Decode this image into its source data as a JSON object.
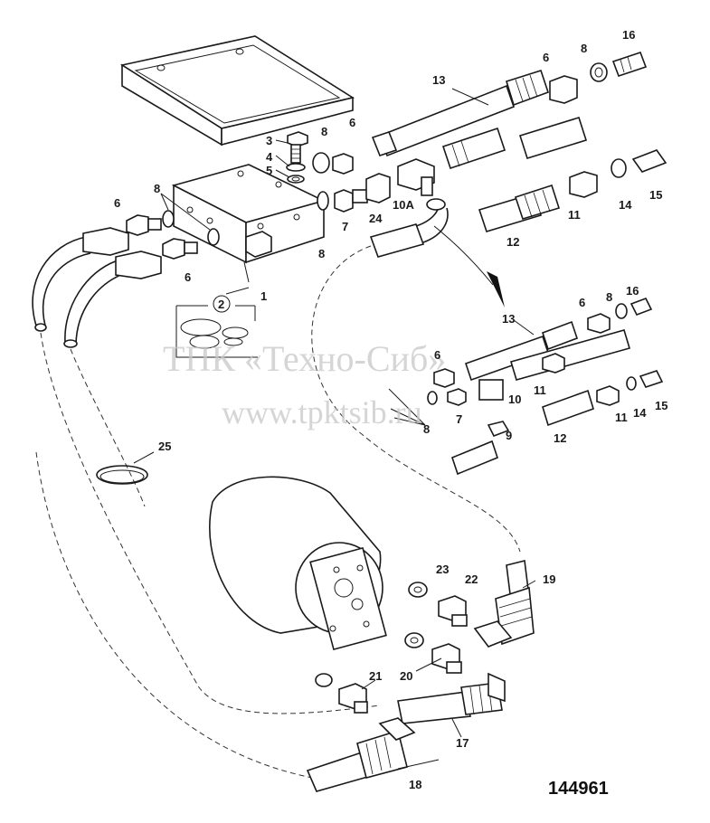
{
  "watermark": {
    "line1": "ТПК «Техно-Сиб»",
    "line2": "www.tpktsib.ru"
  },
  "figure_number": "144961",
  "callouts": {
    "c1": "1",
    "c2": "2",
    "c3": "3",
    "c4": "4",
    "c5": "5",
    "c6a": "6",
    "c6b": "6",
    "c6c": "6",
    "c6d": "6",
    "c6e": "6",
    "c6f": "6",
    "c7a": "7",
    "c7b": "7",
    "c8a": "8",
    "c8b": "8",
    "c8c": "8",
    "c8d": "8",
    "c8e": "8",
    "c8f": "8",
    "c9": "9",
    "c10": "10",
    "c10a": "10A",
    "c11a": "11",
    "c11b": "11",
    "c11c": "11",
    "c12a": "12",
    "c12b": "12",
    "c13a": "13",
    "c13b": "13",
    "c14a": "14",
    "c14b": "14",
    "c15a": "15",
    "c15b": "15",
    "c16a": "16",
    "c16b": "16",
    "c17": "17",
    "c18": "18",
    "c19": "19",
    "c20": "20",
    "c21": "21",
    "c22": "22",
    "c23": "23",
    "c24": "24",
    "c25": "25"
  }
}
